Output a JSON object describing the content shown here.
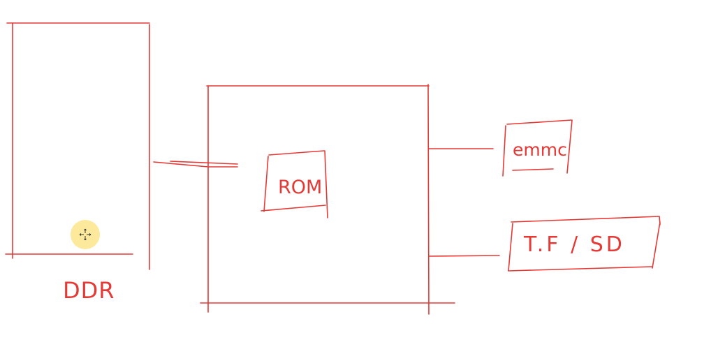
{
  "colors": {
    "background": "#ffffff",
    "ink": "#e53935",
    "pointer_highlight": "#fbe58a",
    "pointer_cross": "#333333"
  },
  "diagram": {
    "nodes": [
      {
        "id": "ddr",
        "label": "DDR"
      },
      {
        "id": "soc",
        "label": ""
      },
      {
        "id": "rom",
        "label": "ROM"
      },
      {
        "id": "emmc",
        "label": "emmc"
      },
      {
        "id": "tfsd",
        "label": "T.F / SD"
      }
    ],
    "edges": [
      {
        "from": "ddr",
        "to": "soc"
      },
      {
        "from": "soc",
        "to": "emmc"
      },
      {
        "from": "soc",
        "to": "tfsd"
      }
    ]
  },
  "cursor": {
    "icon": "move-crosshair-icon"
  }
}
